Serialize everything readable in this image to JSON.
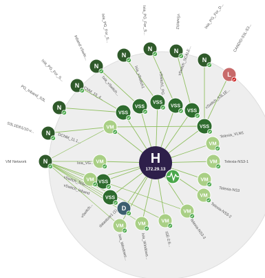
{
  "colors": {
    "background_circle": "#eeeeee",
    "host": "#2e1f4a",
    "network_dark": "#2f5a2a",
    "vss": "#2e6b2e",
    "vm": "#a9cf85",
    "vm_text": "#ffffff",
    "linked_clone_red": "#c86a6a",
    "datastore": "#3c5e6e",
    "badge_green": "#4aa74a",
    "badge_red": "#cc2222",
    "edge": "#8fbf5f"
  },
  "host": {
    "letter": "H",
    "ip": "172.29.13"
  },
  "nodes": [
    {
      "id": "n-vmnet",
      "kind": "N",
      "label": "VM Network"
    },
    {
      "id": "n-s3l",
      "kind": "N",
      "label": "S3L1Eth1/10-v..."
    },
    {
      "id": "n-pginband",
      "kind": "N",
      "label": "PG_Inband_S3L"
    },
    {
      "id": "n-pgfor1",
      "kind": "N",
      "label": "Ixia_PG_For_S..."
    },
    {
      "id": "n-inband",
      "kind": "N",
      "label": "Inband vSwitc..."
    },
    {
      "id": "n-pgfor2",
      "kind": "N",
      "label": "Ixia_PG_For_S..."
    },
    {
      "id": "n-pgfor3",
      "kind": "N",
      "label": "Ixia_PG_For_S..."
    },
    {
      "id": "n-vswitch2",
      "kind": "N",
      "label": "vSwitch2"
    },
    {
      "id": "n-pgfor4",
      "kind": "N",
      "label": "Ixia_PG_For_D..."
    },
    {
      "id": "l-candid",
      "kind": "L",
      "label": "CANDID-S3L-S3..."
    }
  ],
  "switches": [
    {
      "id": "s-dcnm",
      "label": "VSS",
      "name": "DCNM_15_4..."
    },
    {
      "id": "s-ixiavs",
      "label": "VSS",
      "name": "Ixia_vSwitch..."
    },
    {
      "id": "s-vss3",
      "label": "VSS",
      "name": "Ixia_vSwitch1"
    },
    {
      "id": "s-vss4",
      "label": "VSS",
      "name": "vSwitch1_PG..."
    },
    {
      "id": "s-vss5",
      "label": "VSS",
      "name": "vSwitch_SCALE..."
    },
    {
      "id": "s-vss6",
      "label": "VSS",
      "name": "vSwitch_S3L1E..."
    },
    {
      "id": "s-vss7",
      "label": "VSS",
      "name": "vSwitch_Inband"
    },
    {
      "id": "s-vss8",
      "label": "VSS",
      "name": "vSwitch..."
    }
  ],
  "vms": [
    {
      "id": "vm1",
      "label": "VM",
      "name": "DCNM_11.1..."
    },
    {
      "id": "vm2",
      "label": "VM",
      "name": "Ixia_VG..."
    },
    {
      "id": "vm3",
      "label": "VM",
      "name": "Telexia_VLM1"
    },
    {
      "id": "vm4",
      "label": "VM",
      "name": "Telexia-NS3-1"
    },
    {
      "id": "vm5",
      "label": "VM",
      "name": "Telexia-NS3"
    },
    {
      "id": "vm6",
      "label": "VM",
      "name": "Telexia-NS3-2"
    },
    {
      "id": "vm7",
      "label": "VM",
      "name": "Telexia-NS3-3"
    },
    {
      "id": "vm8",
      "label": "VM",
      "name": "ISE-2.6..."
    },
    {
      "id": "vm9",
      "label": "VM",
      "name": "Ixia_Windows..."
    },
    {
      "id": "vm10",
      "label": "VM",
      "name": "Ixia_Windows..."
    },
    {
      "id": "vm11",
      "label": "VM",
      "name": "vSwitch_Telem..."
    }
  ],
  "datastore": {
    "id": "d1",
    "label": "D",
    "name": "datastore1 (1)"
  }
}
